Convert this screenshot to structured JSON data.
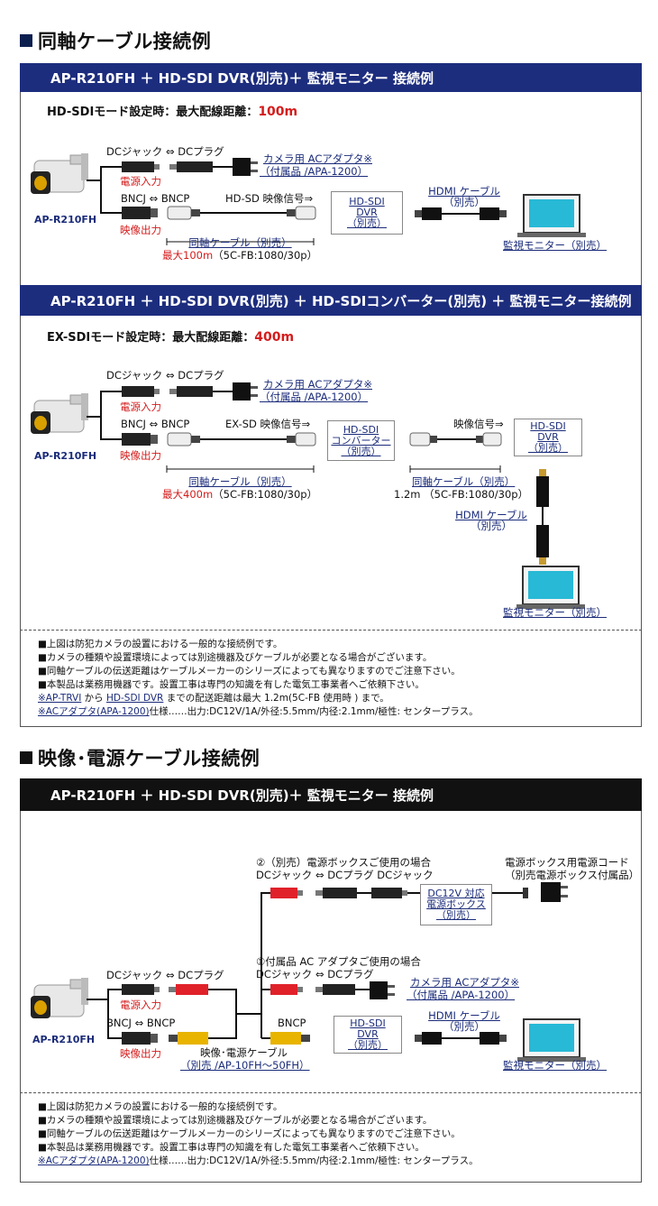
{
  "colors": {
    "navy": "#1d2d7e",
    "red": "#d41c1c",
    "black": "#111111",
    "link": "#1b2c7a"
  },
  "section1": {
    "heading": "同軸ケーブル接続例",
    "diagram1": {
      "bar": "AP-R210FH ＋ HD-SDI DVR(別売)＋ 監視モニター 接続例",
      "distance_label": "HD-SDIモード設定時：最大配線距離：",
      "distance_value": "100m",
      "dc_jack_plug": "DCジャック ⇔ DCプラグ",
      "power_in": "電源入力",
      "adapter_1": "カメラ用 ACアダプタ※",
      "adapter_2": "（付属品 /APA-1200）",
      "bncj_bncp": "BNCJ ⇔ BNCP",
      "video_out": "映像出力",
      "video_signal": "HD-SD 映像信号⇒",
      "camera": "AP-R210FH",
      "coax": "同軸ケーブル（別売）",
      "max_prefix": "最大100m",
      "max_suffix": "（5C-FB:1080/30p）",
      "dvr_1": "HD-SDI",
      "dvr_2": "DVR",
      "dvr_3": "（別売）",
      "hdmi_1": "HDMI ケーブル",
      "hdmi_2": "（別売）",
      "monitor": "監視モニター（別売）"
    },
    "diagram2": {
      "bar": "AP-R210FH ＋ HD-SDI DVR(別売) ＋ HD-SDIコンバーター(別売) ＋ 監視モニター接続例",
      "distance_label": "EX-SDIモード設定時：最大配線距離：",
      "distance_value": "400m",
      "dc_jack_plug": "DCジャック ⇔ DCプラグ",
      "power_in": "電源入力",
      "adapter_1": "カメラ用 ACアダプタ※",
      "adapter_2": "（付属品 /APA-1200）",
      "bncj_bncp": "BNCJ ⇔ BNCP",
      "video_out": "映像出力",
      "video_signal": "EX-SD 映像信号⇒",
      "camera": "AP-R210FH",
      "conv_1": "HD-SDI",
      "conv_2": "コンバーター",
      "conv_3": "（別売）",
      "video_signal2": "映像信号⇒",
      "dvr_1": "HD-SDI",
      "dvr_2": "DVR",
      "dvr_3": "（別売）",
      "coax": "同軸ケーブル（別売）",
      "max_prefix": "最大400m",
      "max_suffix": "（5C-FB:1080/30p）",
      "coax2": "同軸ケーブル（別売）",
      "coax2_len": "1.2m （5C-FB:1080/30p）",
      "hdmi_1": "HDMI ケーブル",
      "hdmi_2": "（別売）",
      "monitor": "監視モニター（別売）"
    },
    "notes": [
      "■上図は防犯カメラの設置における一般的な接続例です。",
      "■カメラの種類や設置環境によっては別途機器及びケーブルが必要となる場合がございます。",
      "■同軸ケーブルの伝送距離はケーブルメーカーのシリーズによっても異なりますのでご注意下さい。",
      "■本製品は業務用機器です。設置工事は専門の知識を有した電気工事業者へご依頼下さい。"
    ],
    "note_trvi_a": "※AP-TRVI",
    "note_trvi_b": " から ",
    "note_trvi_c": "HD-SDI DVR",
    "note_trvi_d": " までの配送距離は最大 1.2m(5C-FB 使用時 ) まで。",
    "note_ac_a": "※ACアダプタ(APA-1200)",
    "note_ac_b": "仕様……出力:DC12V/1A/外径:5.5mm/内径:2.1mm/極性: センタープラス。"
  },
  "section2": {
    "heading": "映像･電源ケーブル接続例",
    "bar": "AP-R210FH ＋ HD-SDI DVR(別売)＋ 監視モニター 接続例",
    "case2": "②（別売）電源ボックスご使用の場合",
    "case2_jacks": "DCジャック ⇔ DCプラグ DCジャック",
    "psu_cord_1": "電源ボックス用電源コード",
    "psu_cord_2": "（別売電源ボックス付属品）",
    "psu_box_1": "DC12V 対応",
    "psu_box_2": "電源ボックス",
    "psu_box_3": "（別売）",
    "case1": "①付属品 AC アダプタご使用の場合",
    "case1_jacks": "DCジャック ⇔ DCプラグ",
    "dc_jack_plug": "DCジャック ⇔ DCプラグ",
    "power_in": "電源入力",
    "adapter_1": "カメラ用 ACアダプタ※",
    "adapter_2": "（付属品 /APA-1200）",
    "bncj_bncp": "BNCJ ⇔ BNCP",
    "video_out": "映像出力",
    "bncp": "BNCP",
    "camera": "AP-R210FH",
    "cable_1": "映像･電源ケーブル",
    "cable_2": "（別売 /AP-10FH～50FH）",
    "dvr_1": "HD-SDI",
    "dvr_2": "DVR",
    "dvr_3": "（別売）",
    "hdmi_1": "HDMI ケーブル",
    "hdmi_2": "（別売）",
    "monitor": "監視モニター（別売）",
    "notes": [
      "■上図は防犯カメラの設置における一般的な接続例です。",
      "■カメラの種類や設置環境によっては別途機器及びケーブルが必要となる場合がございます。",
      "■同軸ケーブルの伝送距離はケーブルメーカーのシリーズによっても異なりますのでご注意下さい。",
      "■本製品は業務用機器です。設置工事は専門の知識を有した電気工事業者へご依頼下さい。"
    ],
    "note_ac_a": "※ACアダプタ(APA-1200)",
    "note_ac_b": "仕様……出力:DC12V/1A/外径:5.5mm/内径:2.1mm/極性: センタープラス。"
  }
}
